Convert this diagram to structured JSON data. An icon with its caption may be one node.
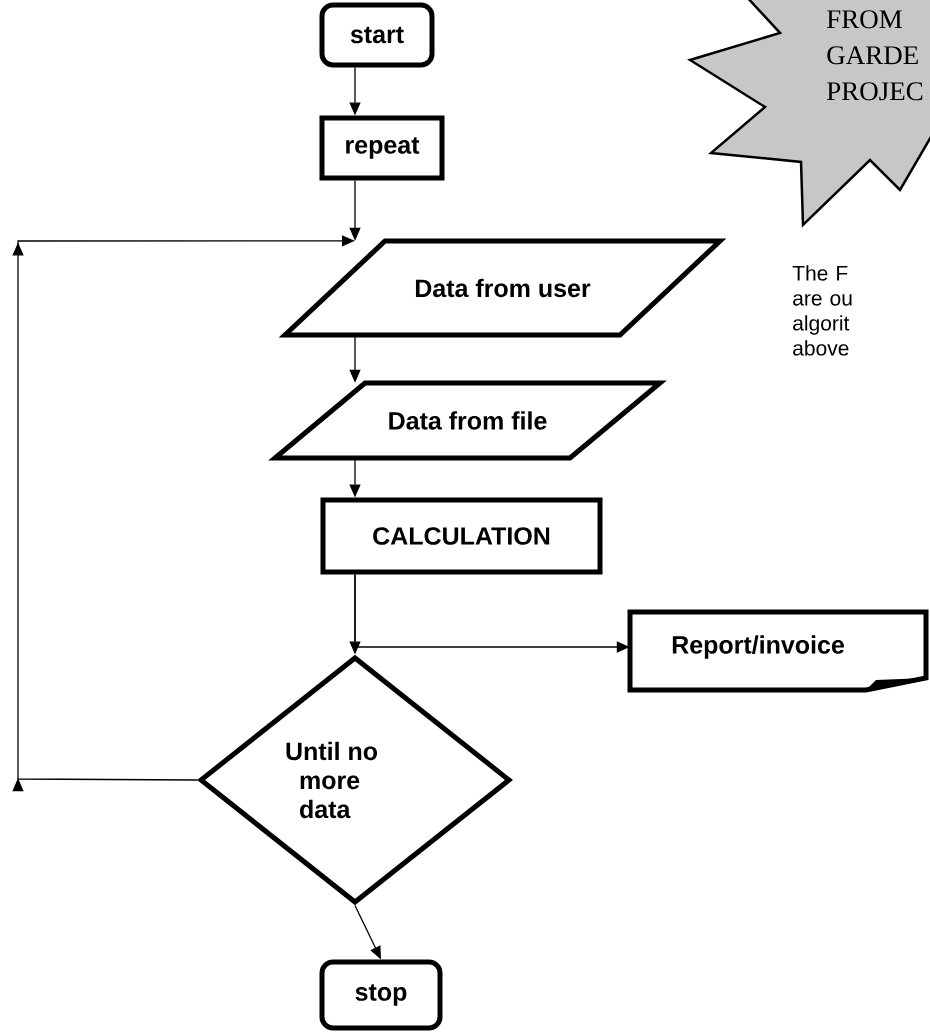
{
  "diagram": {
    "nodes": [
      {
        "text": [
          "start"
        ]
      },
      {
        "text": [
          "repeat"
        ]
      },
      {
        "text": [
          "Data from user"
        ]
      },
      {
        "text": [
          "Data from file"
        ]
      },
      {
        "text": [
          "CALCULATION"
        ]
      },
      {
        "text": [
          "Report/invoice"
        ]
      },
      {
        "text": [
          "Until no more data"
        ]
      },
      {
        "text": [
          "stop"
        ]
      },
      {
        "text": [
          "FROM GARDE PROJEC"
        ]
      }
    ],
    "edges": [
      {
        "from": 0,
        "to": 1,
        "arrow": "to"
      },
      {
        "from": 1,
        "to": 2,
        "arrow": "to"
      },
      {
        "from": 2,
        "to": 3,
        "arrow": "to"
      },
      {
        "from": 3,
        "to": 4,
        "arrow": "to"
      },
      {
        "from": 4,
        "to": 6,
        "arrow": "to"
      },
      {
        "from": 4,
        "to": 5,
        "arrow": "to"
      },
      {
        "from": 6,
        "to": 2,
        "arrow": "to"
      },
      {
        "from": 6,
        "to": 7,
        "arrow": "to"
      }
    ],
    "labels": [
      "The F are ou algorit above"
    ]
  }
}
